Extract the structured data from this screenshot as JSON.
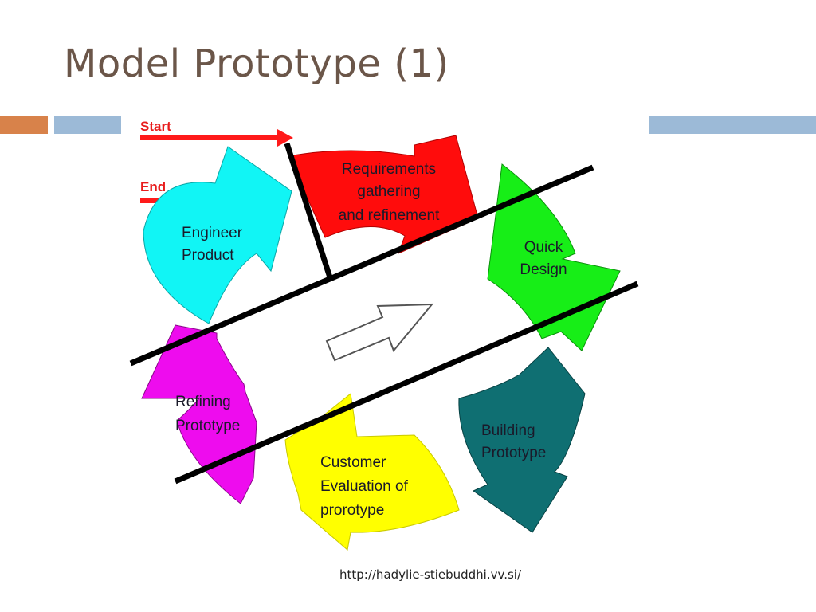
{
  "slide": {
    "title": "Model Prototype (1)",
    "source_url": "http://hadylie-stiebuddhi.vv.si/"
  },
  "colors": {
    "title": "#6b5649",
    "accent_orange": "#d8824a",
    "accent_blue": "#9cbad7",
    "requirements": "#ff0c0c",
    "quick_design": "#17ee17",
    "building_prototype": "#0f6f72",
    "customer_evaluation": "#ffff00",
    "refining_prototype": "#ee0cee",
    "engineer_product": "#11f5f5"
  },
  "diagram": {
    "start_label": "Start",
    "end_label": "End",
    "stages": [
      {
        "id": "requirements",
        "lines": [
          "Requirements",
          "gathering",
          "and refinement"
        ]
      },
      {
        "id": "quick_design",
        "lines": [
          "Quick",
          "Design"
        ]
      },
      {
        "id": "building_prototype",
        "lines": [
          "Building",
          "Prototype"
        ]
      },
      {
        "id": "customer_evaluation",
        "lines": [
          "Customer",
          "Evaluation of",
          "prorotype"
        ]
      },
      {
        "id": "refining_prototype",
        "lines": [
          "Refining",
          "Prototype"
        ]
      },
      {
        "id": "engineer_product",
        "lines": [
          "Engineer",
          "Product"
        ]
      }
    ]
  }
}
